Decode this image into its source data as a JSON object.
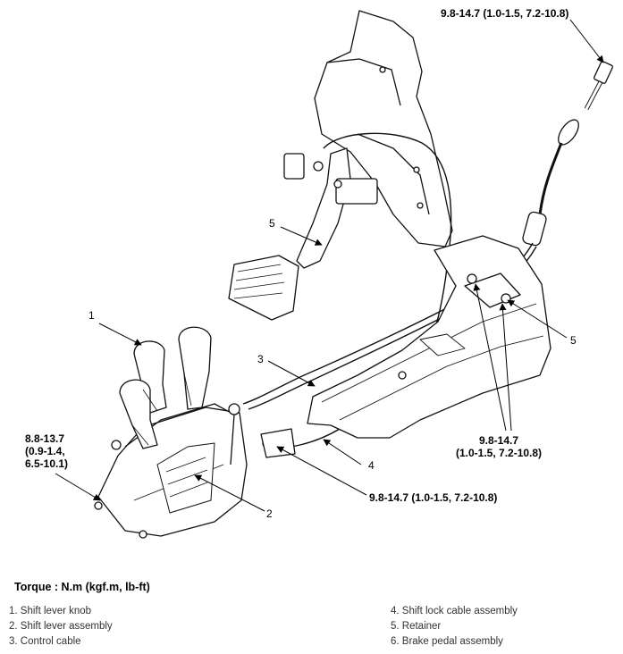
{
  "callouts": {
    "c1": "1",
    "c2": "2",
    "c3": "3",
    "c4": "4",
    "c5a": "5",
    "c5b": "5"
  },
  "torque_specs": {
    "top_right": "9.8-14.7 (1.0-1.5, 7.2-10.8)",
    "left_line1": "8.8-13.7",
    "left_line2": "(0.9-1.4,",
    "left_line3": "6.5-10.1)",
    "right_line1": "9.8-14.7",
    "right_line2": "(1.0-1.5, 7.2-10.8)",
    "bottom_center": "9.8-14.7 (1.0-1.5, 7.2-10.8)"
  },
  "torque_unit_label": "Torque : N.m (kgf.m, lb-ft)",
  "legend": {
    "left": [
      "1. Shift lever knob",
      "2. Shift lever assembly",
      "3. Control cable"
    ],
    "right": [
      "4. Shift lock cable assembly",
      "5. Retainer",
      "6. Brake pedal assembly"
    ]
  }
}
